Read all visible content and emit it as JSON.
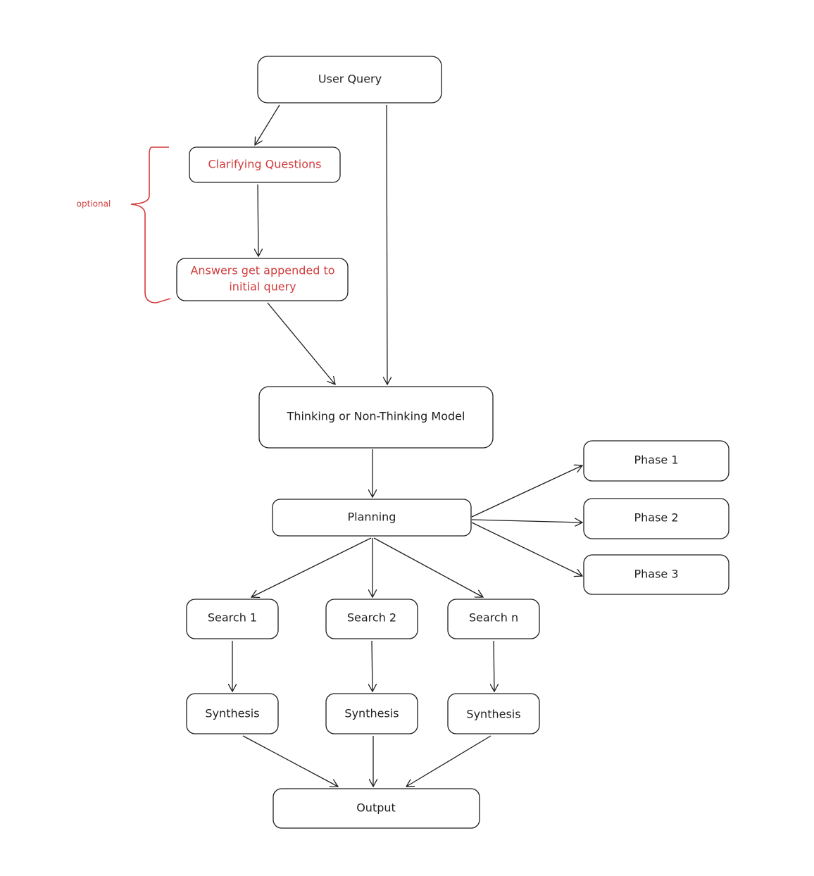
{
  "colors": {
    "stroke": "#1e1e1e",
    "accent": "#d23c3c",
    "background": "#ffffff"
  },
  "nodes": {
    "user_query": "User Query",
    "clarifying": "Clarifying Questions",
    "answers_line1": "Answers get appended to",
    "answers_line2": "initial query",
    "model": "Thinking or Non-Thinking Model",
    "planning": "Planning",
    "phase1": "Phase 1",
    "phase2": "Phase 2",
    "phase3": "Phase 3",
    "search1": "Search 1",
    "search2": "Search 2",
    "searchn": "Search n",
    "synthesis1": "Synthesis",
    "synthesis2": "Synthesis",
    "synthesis3": "Synthesis",
    "output": "Output"
  },
  "annotations": {
    "optional": "optional"
  }
}
